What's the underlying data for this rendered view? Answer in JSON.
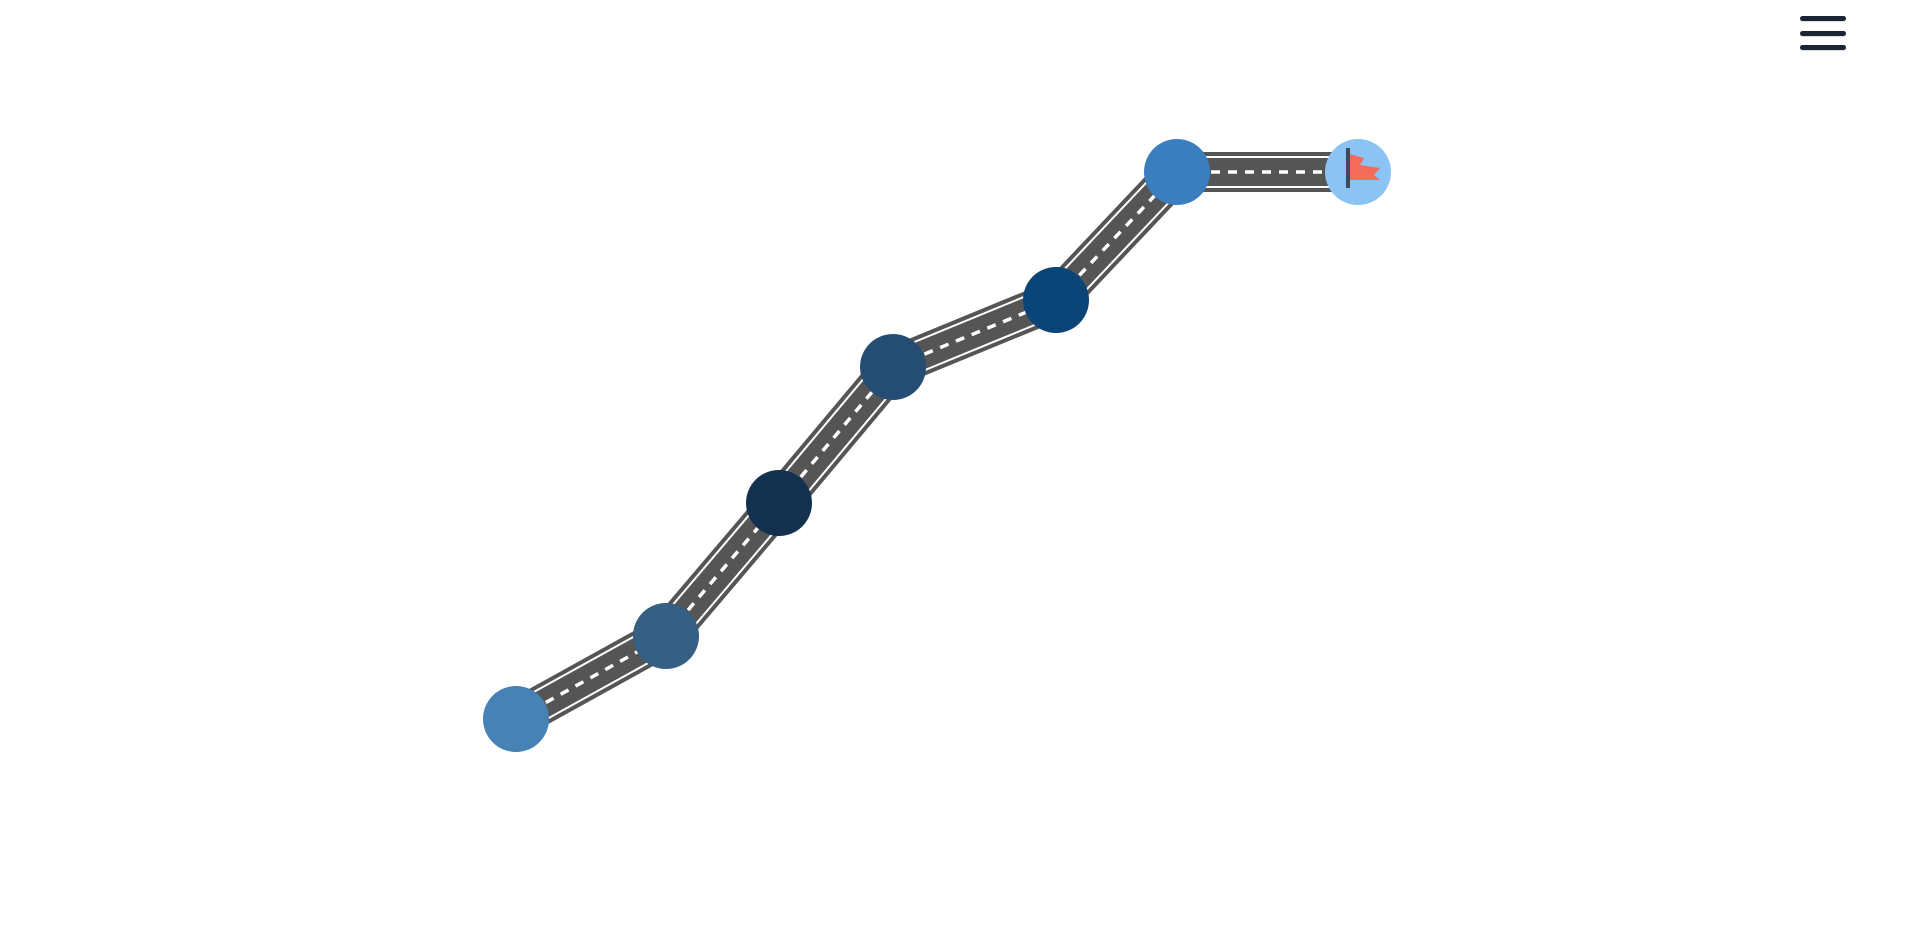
{
  "menu": {
    "icon": "hamburger-menu-icon",
    "color": "#1b2433"
  },
  "roadmap": {
    "road_color": "#555555",
    "road_edge_color": "#ffffff",
    "dash_color": "#ffffff",
    "nodes": [
      {
        "id": "stop-1",
        "color": "#4682b4"
      },
      {
        "id": "stop-2",
        "color": "#365f84"
      },
      {
        "id": "stop-3",
        "color": "#13304f"
      },
      {
        "id": "stop-4",
        "color": "#254d73"
      },
      {
        "id": "stop-5",
        "color": "#0b4477"
      },
      {
        "id": "stop-6",
        "color": "#3a7ebf"
      },
      {
        "id": "stop-finish",
        "color": "#8cc3f5",
        "icon": "finish-flag-icon",
        "flag_color": "#f26b5b",
        "pole_color": "#3c4a5c"
      }
    ]
  }
}
